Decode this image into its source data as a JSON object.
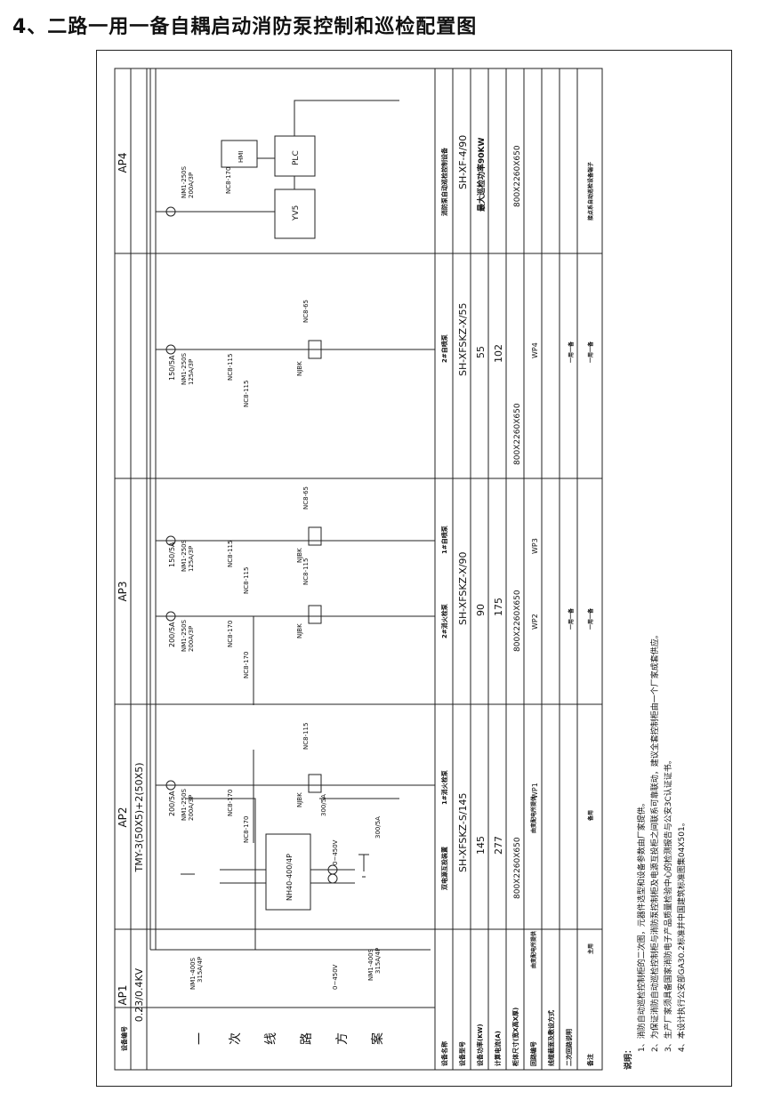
{
  "title": "4、二路一用一备自耦启动消防泵控制和巡检配置图",
  "panels": [
    "AP1",
    "AP2",
    "AP3",
    "AP4"
  ],
  "busbar": {
    "voltage": "0.23/0.4KV",
    "spec": "TMY-3(50X5)+2(50X5)"
  },
  "left_header": {
    "label": "设备编号",
    "scheme": "一 次 线 路 方 案"
  },
  "row_labels": [
    "设备名称",
    "设备型号",
    "设备功率(KW)",
    "计算电流(A)",
    "柜体尺寸(宽X高X厚)",
    "回路编号",
    "线缆截面及敷设方式",
    "二次回路说明",
    "备注"
  ],
  "ap1": {
    "breaker1": "NM1-400S\n315A/4P",
    "breaker2": "NM1-400S\n315A/4P",
    "ats": "NH40-400/4P",
    "voltmeter1": "0~450V",
    "voltmeter2": "0~450V",
    "ct1": "300/5A",
    "ct2": "300/5A",
    "name": "双电源互投装置",
    "model": "SH-XFSKZ-S/145",
    "power": "145",
    "current": "277",
    "size": "800X2260X650",
    "cable_a": "由变配电所提供",
    "cable_b": "由变配电所提供",
    "note_a": "主用",
    "note_b": "备用"
  },
  "ap2": {
    "ct": "200/5A",
    "breaker": "NM1-250S\n200A/3P",
    "contactor_main": "NC8-170",
    "contactor_y": "NC8-170",
    "contactor_d": "NC8-115",
    "relay": "NJBK",
    "name1": "1#消火栓泵",
    "name2": "2#消火栓泵",
    "model": "SH-XFSKZ-X/90",
    "power": "90",
    "current": "175",
    "size": "800X2260X650",
    "circuit1": "WP1",
    "circuit2": "WP2",
    "secondary": "一用一备",
    "note": "一用一备"
  },
  "ap3": {
    "ct": "150/5A",
    "breaker": "NM1-250S\n125A/3P",
    "contactor_main": "NC8-115",
    "contactor_y": "NC8-115",
    "contactor_d": "NC8-65",
    "relay": "NJBK",
    "name1": "1#自喷泵",
    "name2": "2#自喷泵",
    "model": "SH-XFSKZ-X/55",
    "power": "55",
    "current": "102",
    "size": "800X2260X650",
    "circuit1": "WP3",
    "circuit2": "WP4",
    "secondary": "一用一备",
    "note": "一用一备"
  },
  "ap4": {
    "breaker": "NM1-250S\n200A/3P",
    "contactor": "NC8-170",
    "hmi": "HMI",
    "plc": "PLC",
    "vfd": "YV5",
    "name": "消防泵自动巡检控制设备",
    "model": "SH-XF-4/90",
    "power_text": "最大巡检功率90KW",
    "size": "800X2260X650",
    "note": "接点系自动巡检设备端子"
  },
  "notes": [
    "说明：",
    "1、消防自动巡检控制柜的二次图，元器件选型和设备参数由厂家提供。",
    "2、为保证消防自动巡检控制柜与消防泵控制柜及电源互投柜之间联系可靠联动，建议全套控制柜由一个厂家成套供应。",
    "3、生产厂家须具备国家消防电子产品质量检验中心的检测报告与公安3C认证证书。",
    "4、本设计执行公安部GA30.2标准并中国建筑标准图集04X501。"
  ]
}
